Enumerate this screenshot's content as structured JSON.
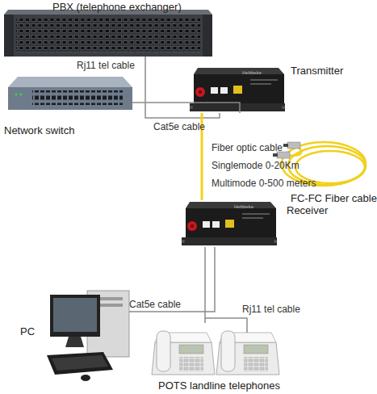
{
  "diagram": {
    "nodes": [
      {
        "text": [
          "PBX (telephone exchanger)"
        ]
      },
      {
        "text": [
          "Network switch"
        ]
      },
      {
        "text": [
          "Transmitter"
        ]
      },
      {
        "text": [
          "FC-FC Fiber cable"
        ]
      },
      {
        "text": [
          "Receiver"
        ]
      },
      {
        "text": [
          "PC"
        ]
      },
      {
        "text": [
          "POTS landline telephones"
        ]
      }
    ],
    "edges": [
      {
        "from": 0,
        "to": 2,
        "label": "Rj11 tel cable",
        "arrow": "none"
      },
      {
        "from": 1,
        "to": 2,
        "label": "Cat5e cable",
        "arrow": "none"
      },
      {
        "from": 2,
        "to": 4,
        "label": "Fiber optic cable",
        "arrow": "none"
      },
      {
        "from": 4,
        "to": 5,
        "label": "Cat5e cable",
        "arrow": "none"
      },
      {
        "from": 4,
        "to": 6,
        "label": "Rj11 tel cable",
        "arrow": "none"
      }
    ],
    "labels": [
      "Singlemode 0-20Km",
      "Multimode 0-500 meters",
      "Hebbeke",
      "Hebbeke"
    ]
  }
}
